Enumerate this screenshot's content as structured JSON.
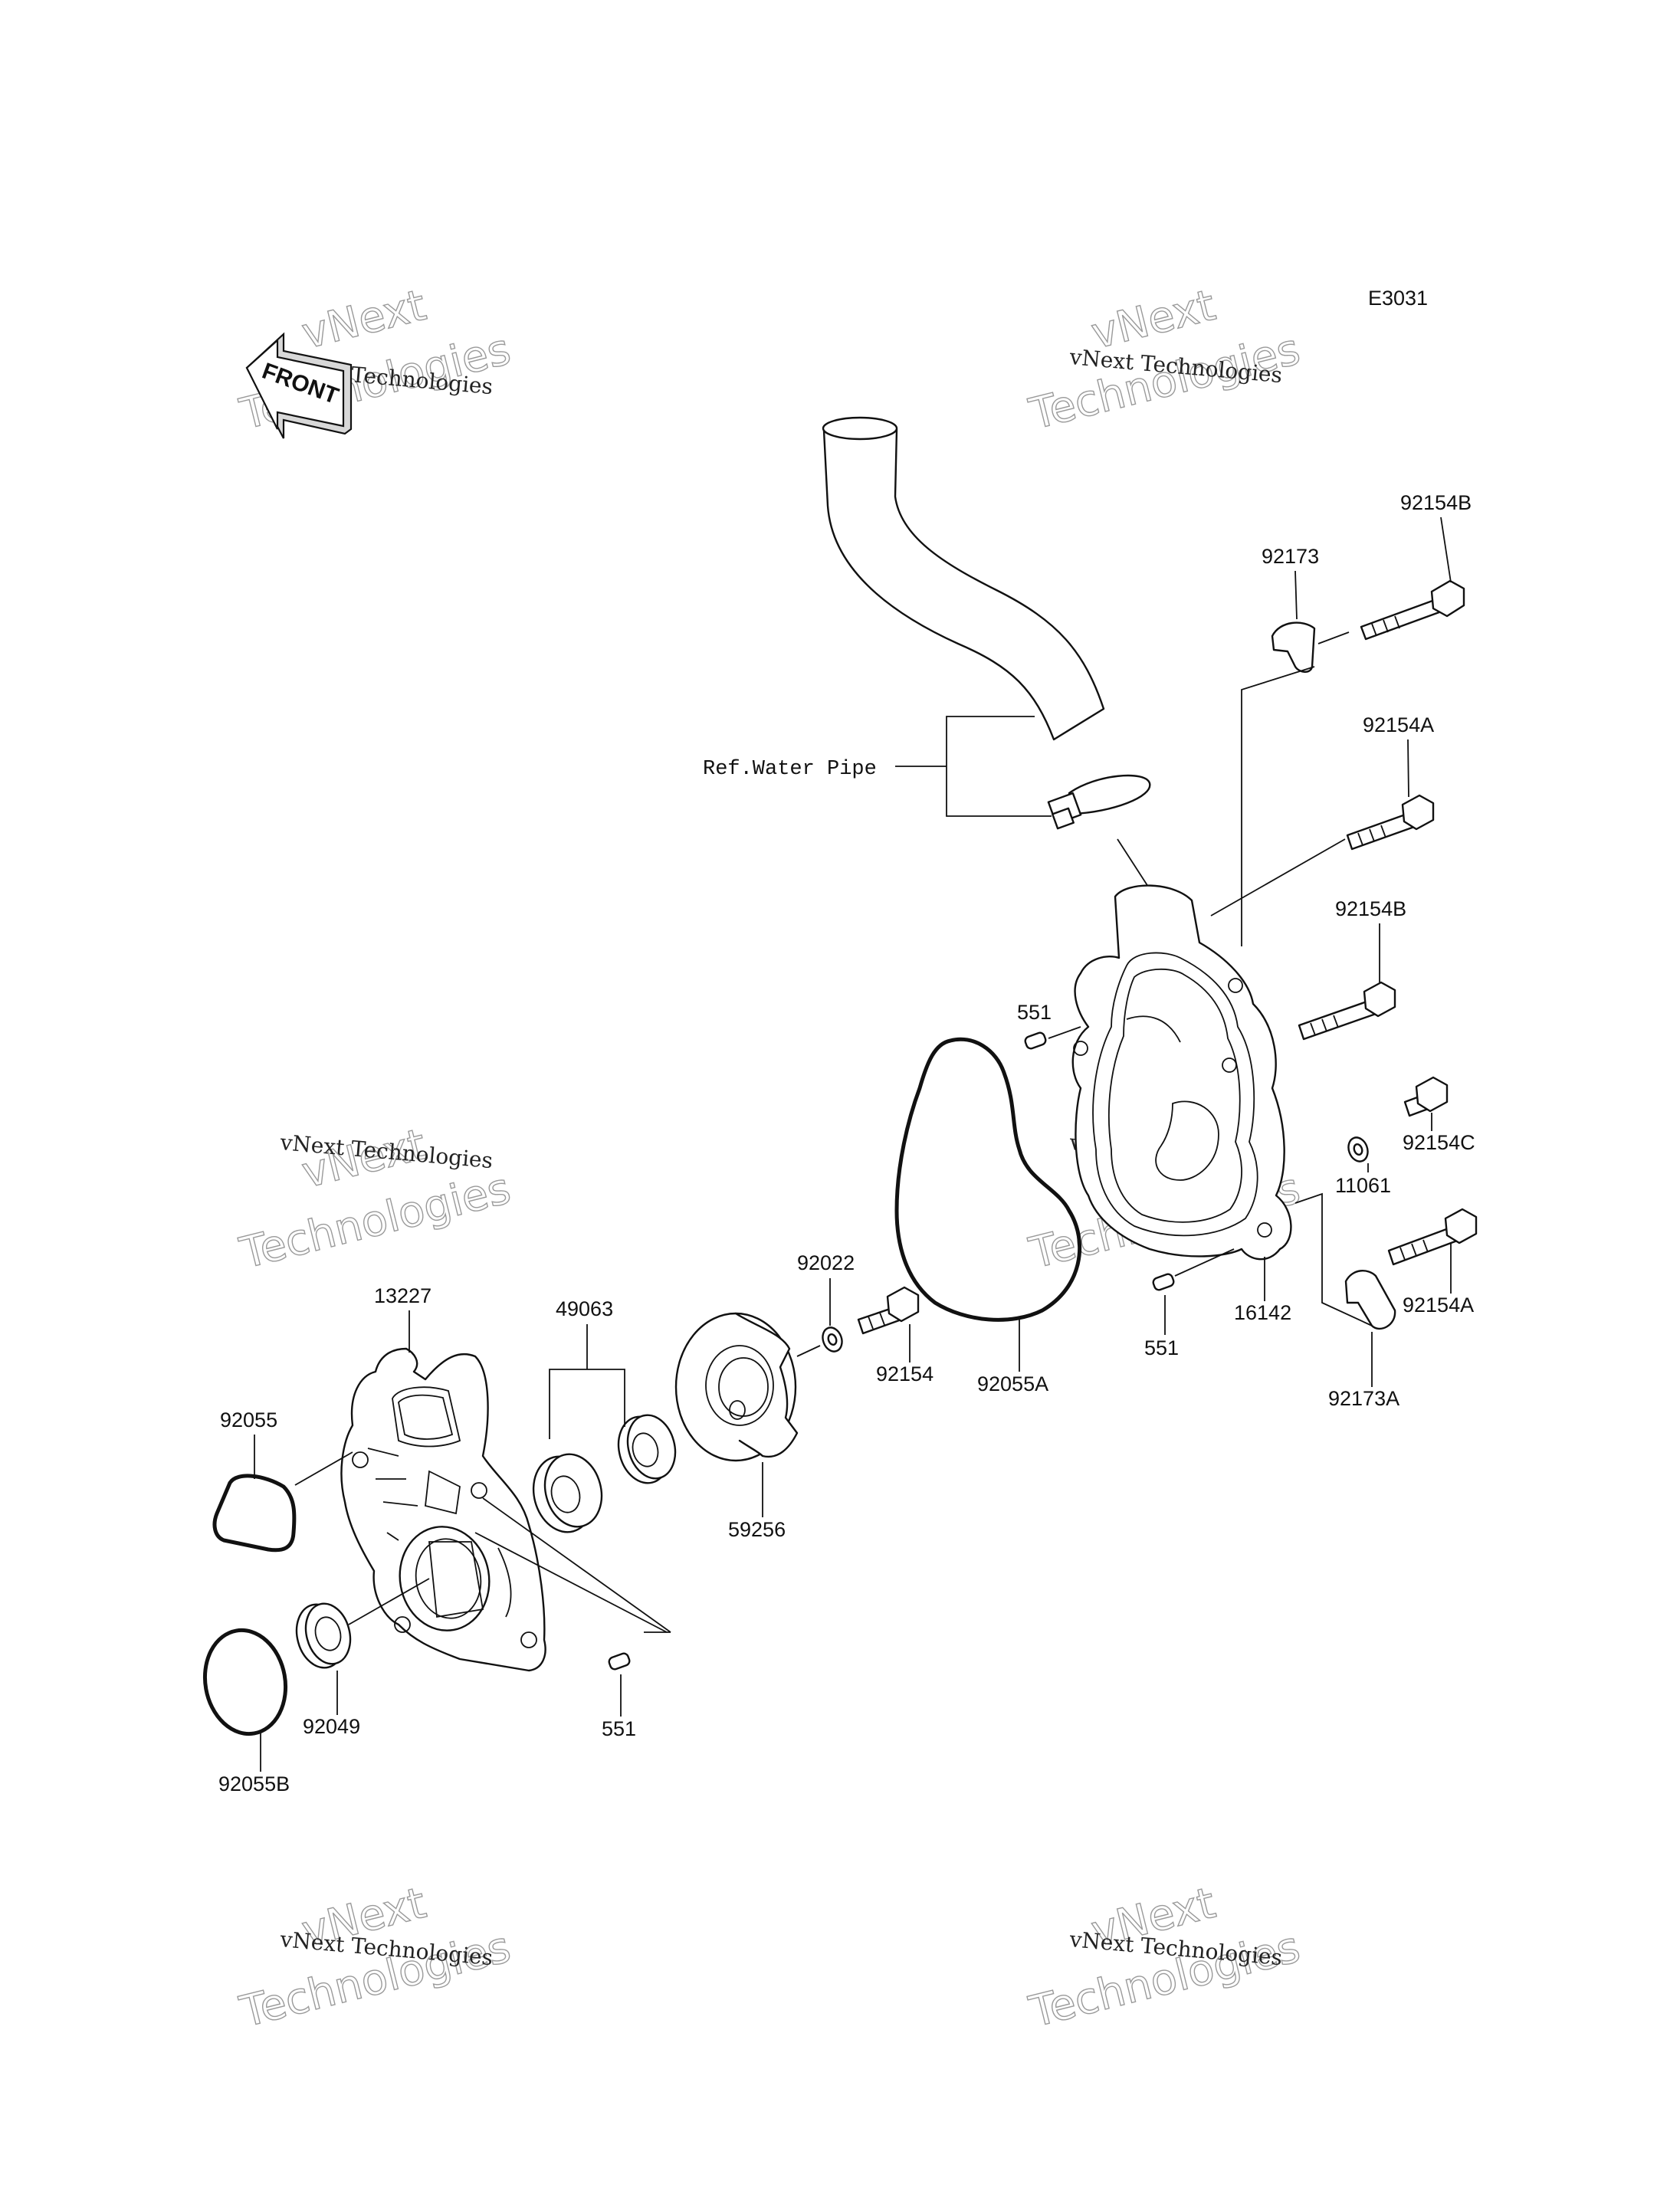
{
  "diagram": {
    "code": "E3031",
    "front_label": "FRONT",
    "ref_label": "Ref.Water Pipe",
    "watermark": {
      "line1": "vNext Technologies",
      "line2a": "vNext",
      "line2b": "Technologies"
    },
    "parts": {
      "p92154B_top": "92154B",
      "p92173": "92173",
      "p92154A_top": "92154A",
      "p92154B_mid": "92154B",
      "p551_right": "551",
      "p92154C": "92154C",
      "p11061": "11061",
      "p16142": "16142",
      "p551_mid": "551",
      "p92154A_low": "92154A",
      "p92173A": "92173A",
      "p92022": "92022",
      "p92154": "92154",
      "p92055A": "92055A",
      "p49063": "49063",
      "p59256": "59256",
      "p13227": "13227",
      "p92055": "92055",
      "p92049": "92049",
      "p92055B": "92055B",
      "p551_low": "551"
    }
  }
}
